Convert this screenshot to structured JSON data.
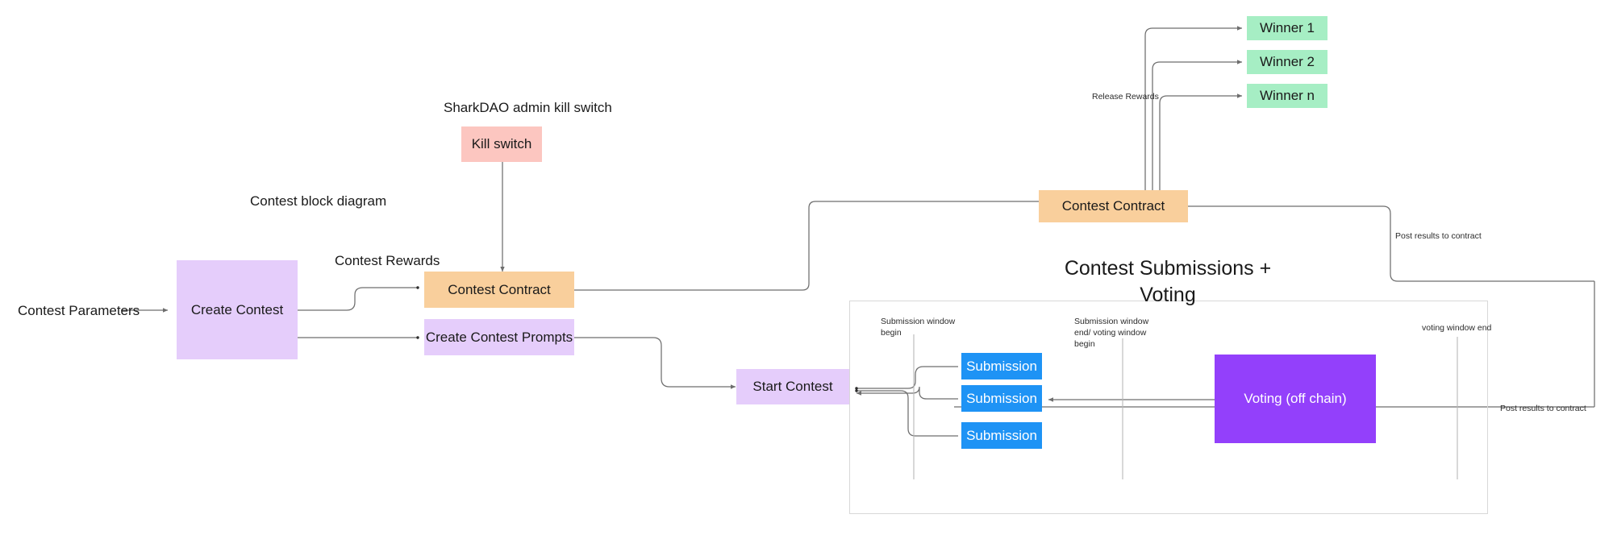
{
  "diagram": {
    "title": "Contest block diagram",
    "annotations": {
      "kill_switch_caption": "SharkDAO admin kill switch",
      "block_diagram_caption": "Contest block diagram",
      "contest_rewards": "Contest Rewards",
      "contest_parameters": "Contest Parameters",
      "release_rewards": "Release Rewards",
      "post_results_top": "Post results to contract",
      "post_results_bottom": "Post results to contract"
    },
    "panel": {
      "title_line1": "Contest Submissions +",
      "title_line2": "Voting",
      "timeline_markers": [
        {
          "name": "submission-window-begin",
          "line1": "Submission window",
          "line2": "begin",
          "line3": ""
        },
        {
          "name": "submission-window-end",
          "line1": "Submission window",
          "line2": "end/ voting window",
          "line3": "begin"
        },
        {
          "name": "voting-window-end",
          "line1": "voting window end",
          "line2": "",
          "line3": ""
        }
      ]
    },
    "nodes": {
      "kill_switch": "Kill switch",
      "create_contest": "Create Contest",
      "contest_contract_left": "Contest Contract",
      "create_contest_prompts": "Create Contest Prompts",
      "start_contest": "Start Contest",
      "contest_contract_right": "Contest Contract",
      "winner_1": "Winner 1",
      "winner_2": "Winner 2",
      "winner_n": "Winner n",
      "submission_1": "Submission",
      "submission_2": "Submission",
      "submission_3": "Submission",
      "voting_off_chain": "Voting (off chain)"
    },
    "colors": {
      "kill_switch": "#fcc6c0",
      "lilac": "#e5cdfb",
      "orange": "#f9cf9c",
      "green": "#a6eec4",
      "blue": "#1e93f5",
      "violet": "#9340fb",
      "wire": "#6e6e6e",
      "panel_border": "#d8d8d8",
      "timeline": "#b8b8b8"
    }
  }
}
